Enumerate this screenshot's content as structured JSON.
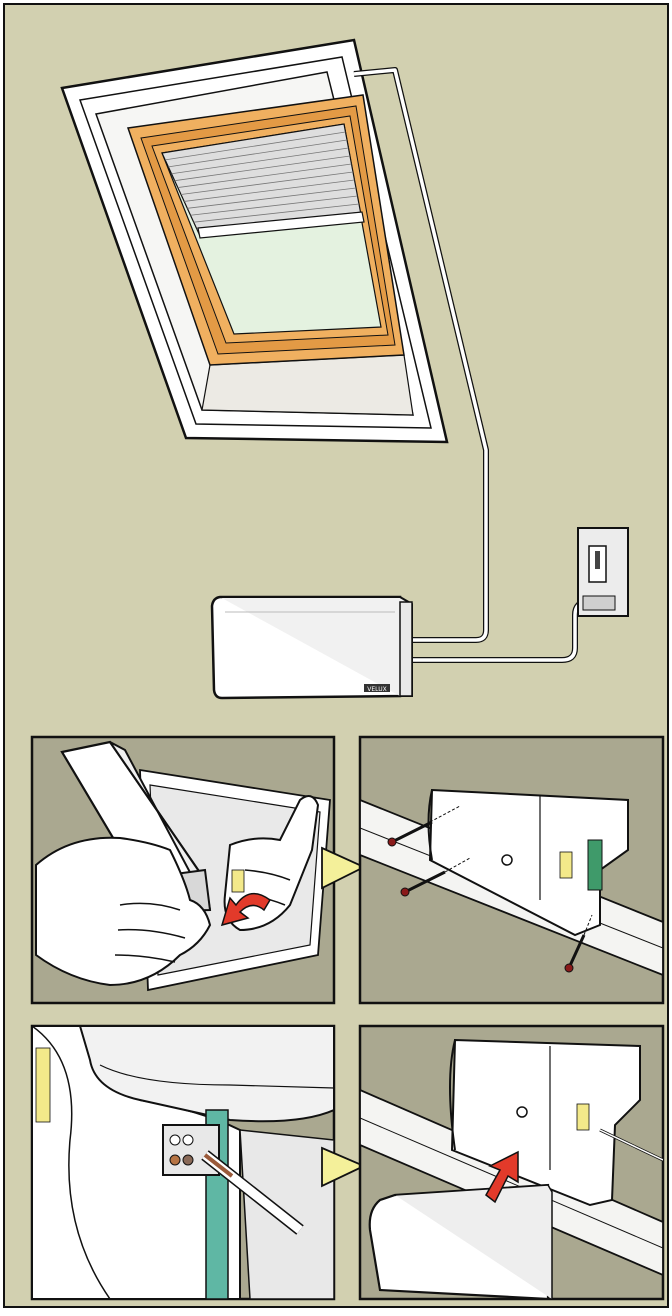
{
  "colors": {
    "wall": "#d2d0b0",
    "panel_wall": "#aaa890",
    "outline": "#111111",
    "frame_white": "#ffffff",
    "sash_orange": "#f0b060",
    "sash_dark_orange": "#e39a45",
    "blind_grey": "#dedede",
    "glass": "#e4f2e0",
    "arrow_red": "#e23a2a",
    "pointer_yellow": "#f4f09a",
    "label_yellow": "#f3e98a",
    "screw_red": "#8a1a1a",
    "strip_teal": "#5fb7a4",
    "wire_brown": "#9a5a3a"
  },
  "labels": {
    "control_unit_badge": "VELUX"
  },
  "panels": [
    {
      "id": "step-1",
      "action": "remove-cover"
    },
    {
      "id": "step-2",
      "action": "screw-to-wall"
    },
    {
      "id": "step-3",
      "action": "connect-wire"
    },
    {
      "id": "step-4",
      "action": "refit-cover"
    }
  ],
  "icons": [
    "red-arrow-icon",
    "yellow-triangle-pointer-icon",
    "screw-icon",
    "wall-switch-icon"
  ]
}
